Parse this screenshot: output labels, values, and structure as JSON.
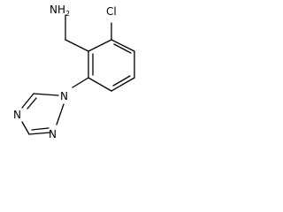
{
  "molecule": {
    "atoms": {
      "amine": "NH",
      "amine_subscript": "2",
      "chlorine": "Cl",
      "triazole_n1": "N",
      "triazole_n2": "N",
      "triazole_n4": "N"
    }
  },
  "colors": {
    "bond": "#000000",
    "label": "#000000",
    "background": "#ffffff"
  }
}
